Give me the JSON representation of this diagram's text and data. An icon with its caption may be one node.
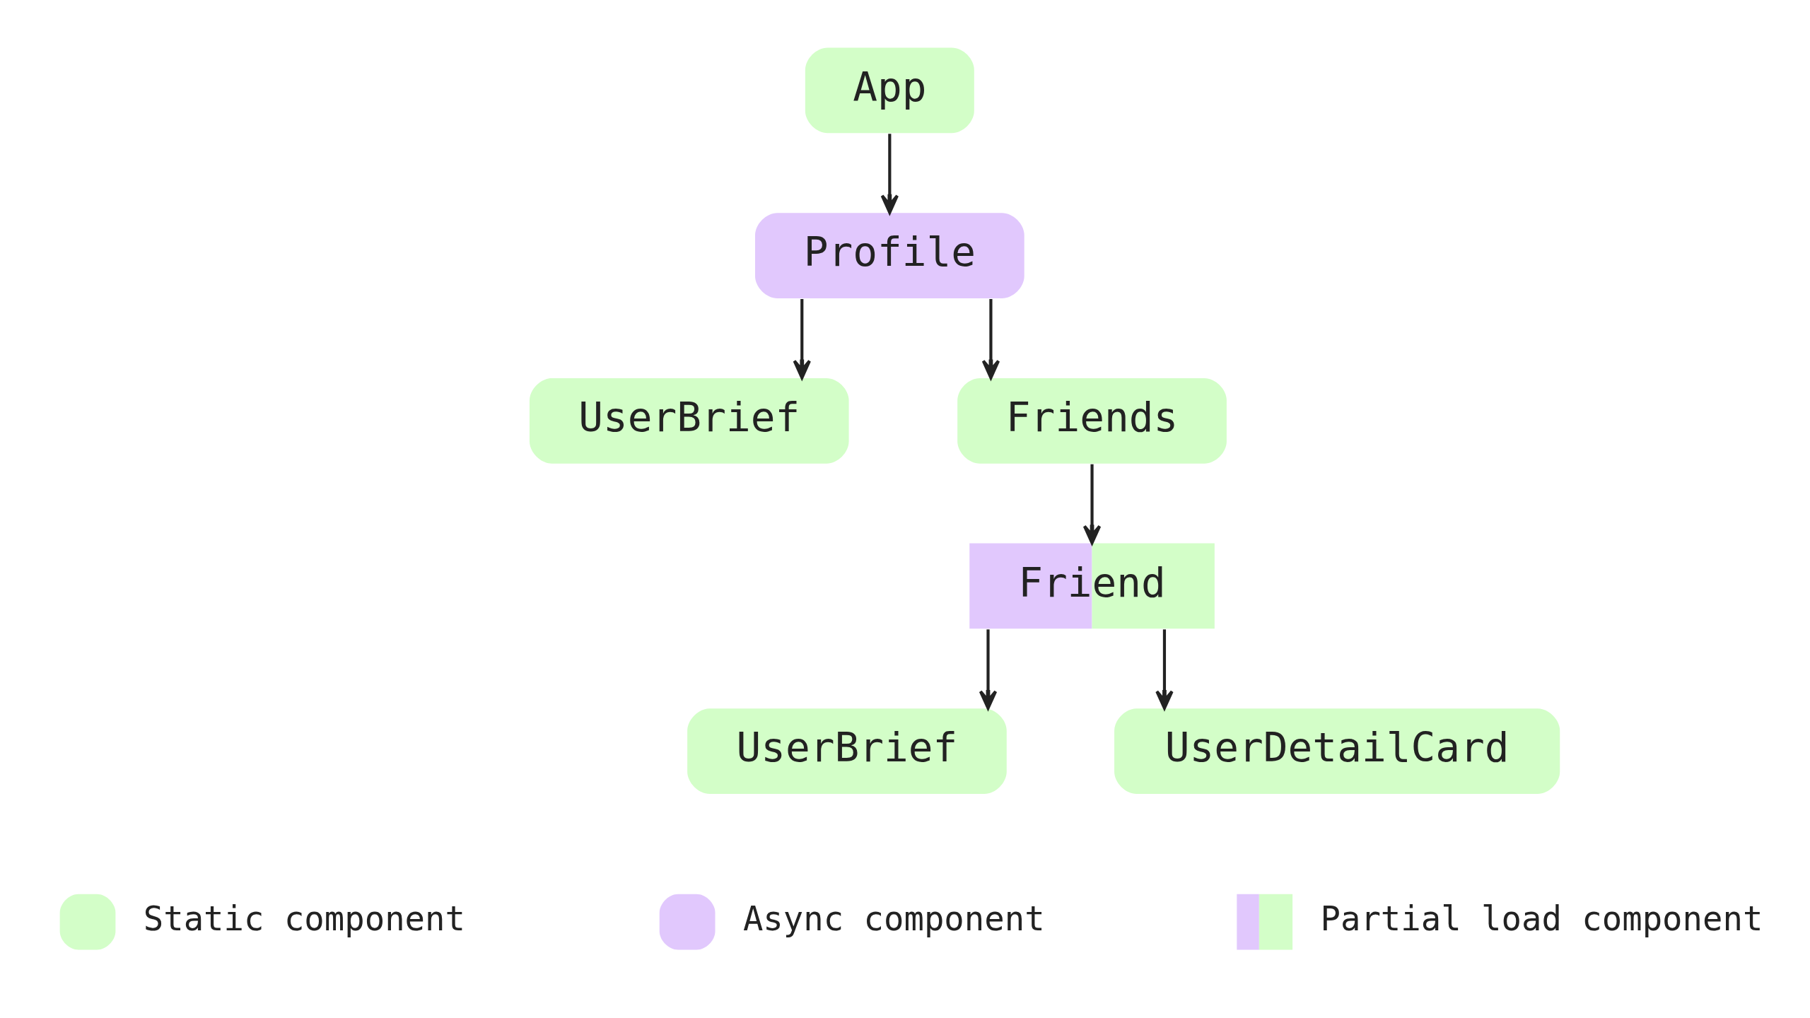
{
  "diagram": {
    "nodes": [
      {
        "text": [
          "App"
        ]
      },
      {
        "text": [
          "Profile"
        ]
      },
      {
        "text": [
          "UserBrief"
        ]
      },
      {
        "text": [
          "Friends"
        ]
      },
      {
        "text": [
          "Friend"
        ]
      },
      {
        "text": [
          "UserBrief"
        ]
      },
      {
        "text": [
          "UserDetailCard"
        ]
      }
    ],
    "edges": [
      {
        "from": 0,
        "to": 1,
        "arrow": "to"
      },
      {
        "from": 1,
        "to": 2,
        "arrow": "to"
      },
      {
        "from": 1,
        "to": 3,
        "arrow": "to"
      },
      {
        "from": 3,
        "to": 4,
        "arrow": "to"
      },
      {
        "from": 4,
        "to": 5,
        "arrow": "to"
      },
      {
        "from": 4,
        "to": 6,
        "arrow": "to"
      }
    ],
    "legend": [
      {
        "text": "Static component",
        "color": "#d3fec8"
      },
      {
        "text": "Async component",
        "color": "#e1c8fd"
      },
      {
        "text": "Partial load component"
      }
    ]
  }
}
